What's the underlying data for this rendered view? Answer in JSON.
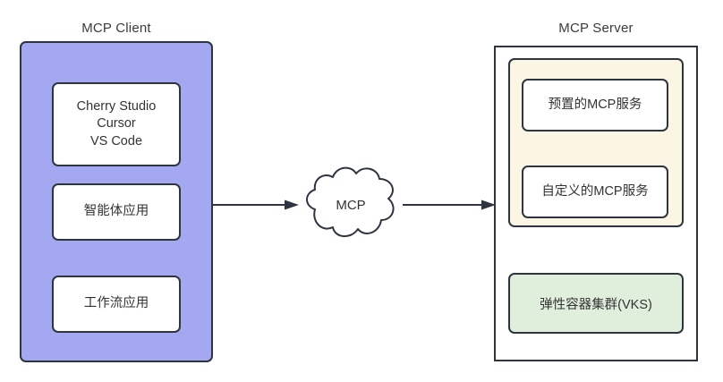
{
  "diagram": {
    "client": {
      "title": "MCP Client",
      "fill_color": "#A3A8F0",
      "border_color": "#2E3440",
      "boxes": [
        {
          "name": "client-apps",
          "label": "Cherry Studio\nCursor\nVS Code",
          "lines": [
            "Cherry Studio",
            "Cursor",
            "VS Code"
          ]
        },
        {
          "name": "client-agent",
          "label": "智能体应用"
        },
        {
          "name": "client-workflow",
          "label": "工作流应用"
        }
      ]
    },
    "link": {
      "cloud_label": "MCP",
      "left_arrow_name": "arrow-client-to-cloud",
      "right_arrow_name": "arrow-cloud-to-server"
    },
    "server": {
      "title": "MCP Server",
      "fill_color": "#FFFFFF",
      "border_color": "#2E3440",
      "services_group": {
        "fill_color": "#FBF6E3",
        "boxes": [
          {
            "name": "server-preset-service",
            "label": "预置的MCP服务"
          },
          {
            "name": "server-custom-service",
            "label": "自定义的MCP服务"
          }
        ]
      },
      "cluster": {
        "name": "server-vks-cluster",
        "label": "弹性容器集群(VKS)",
        "fill_color": "#E0EFDC"
      }
    }
  }
}
